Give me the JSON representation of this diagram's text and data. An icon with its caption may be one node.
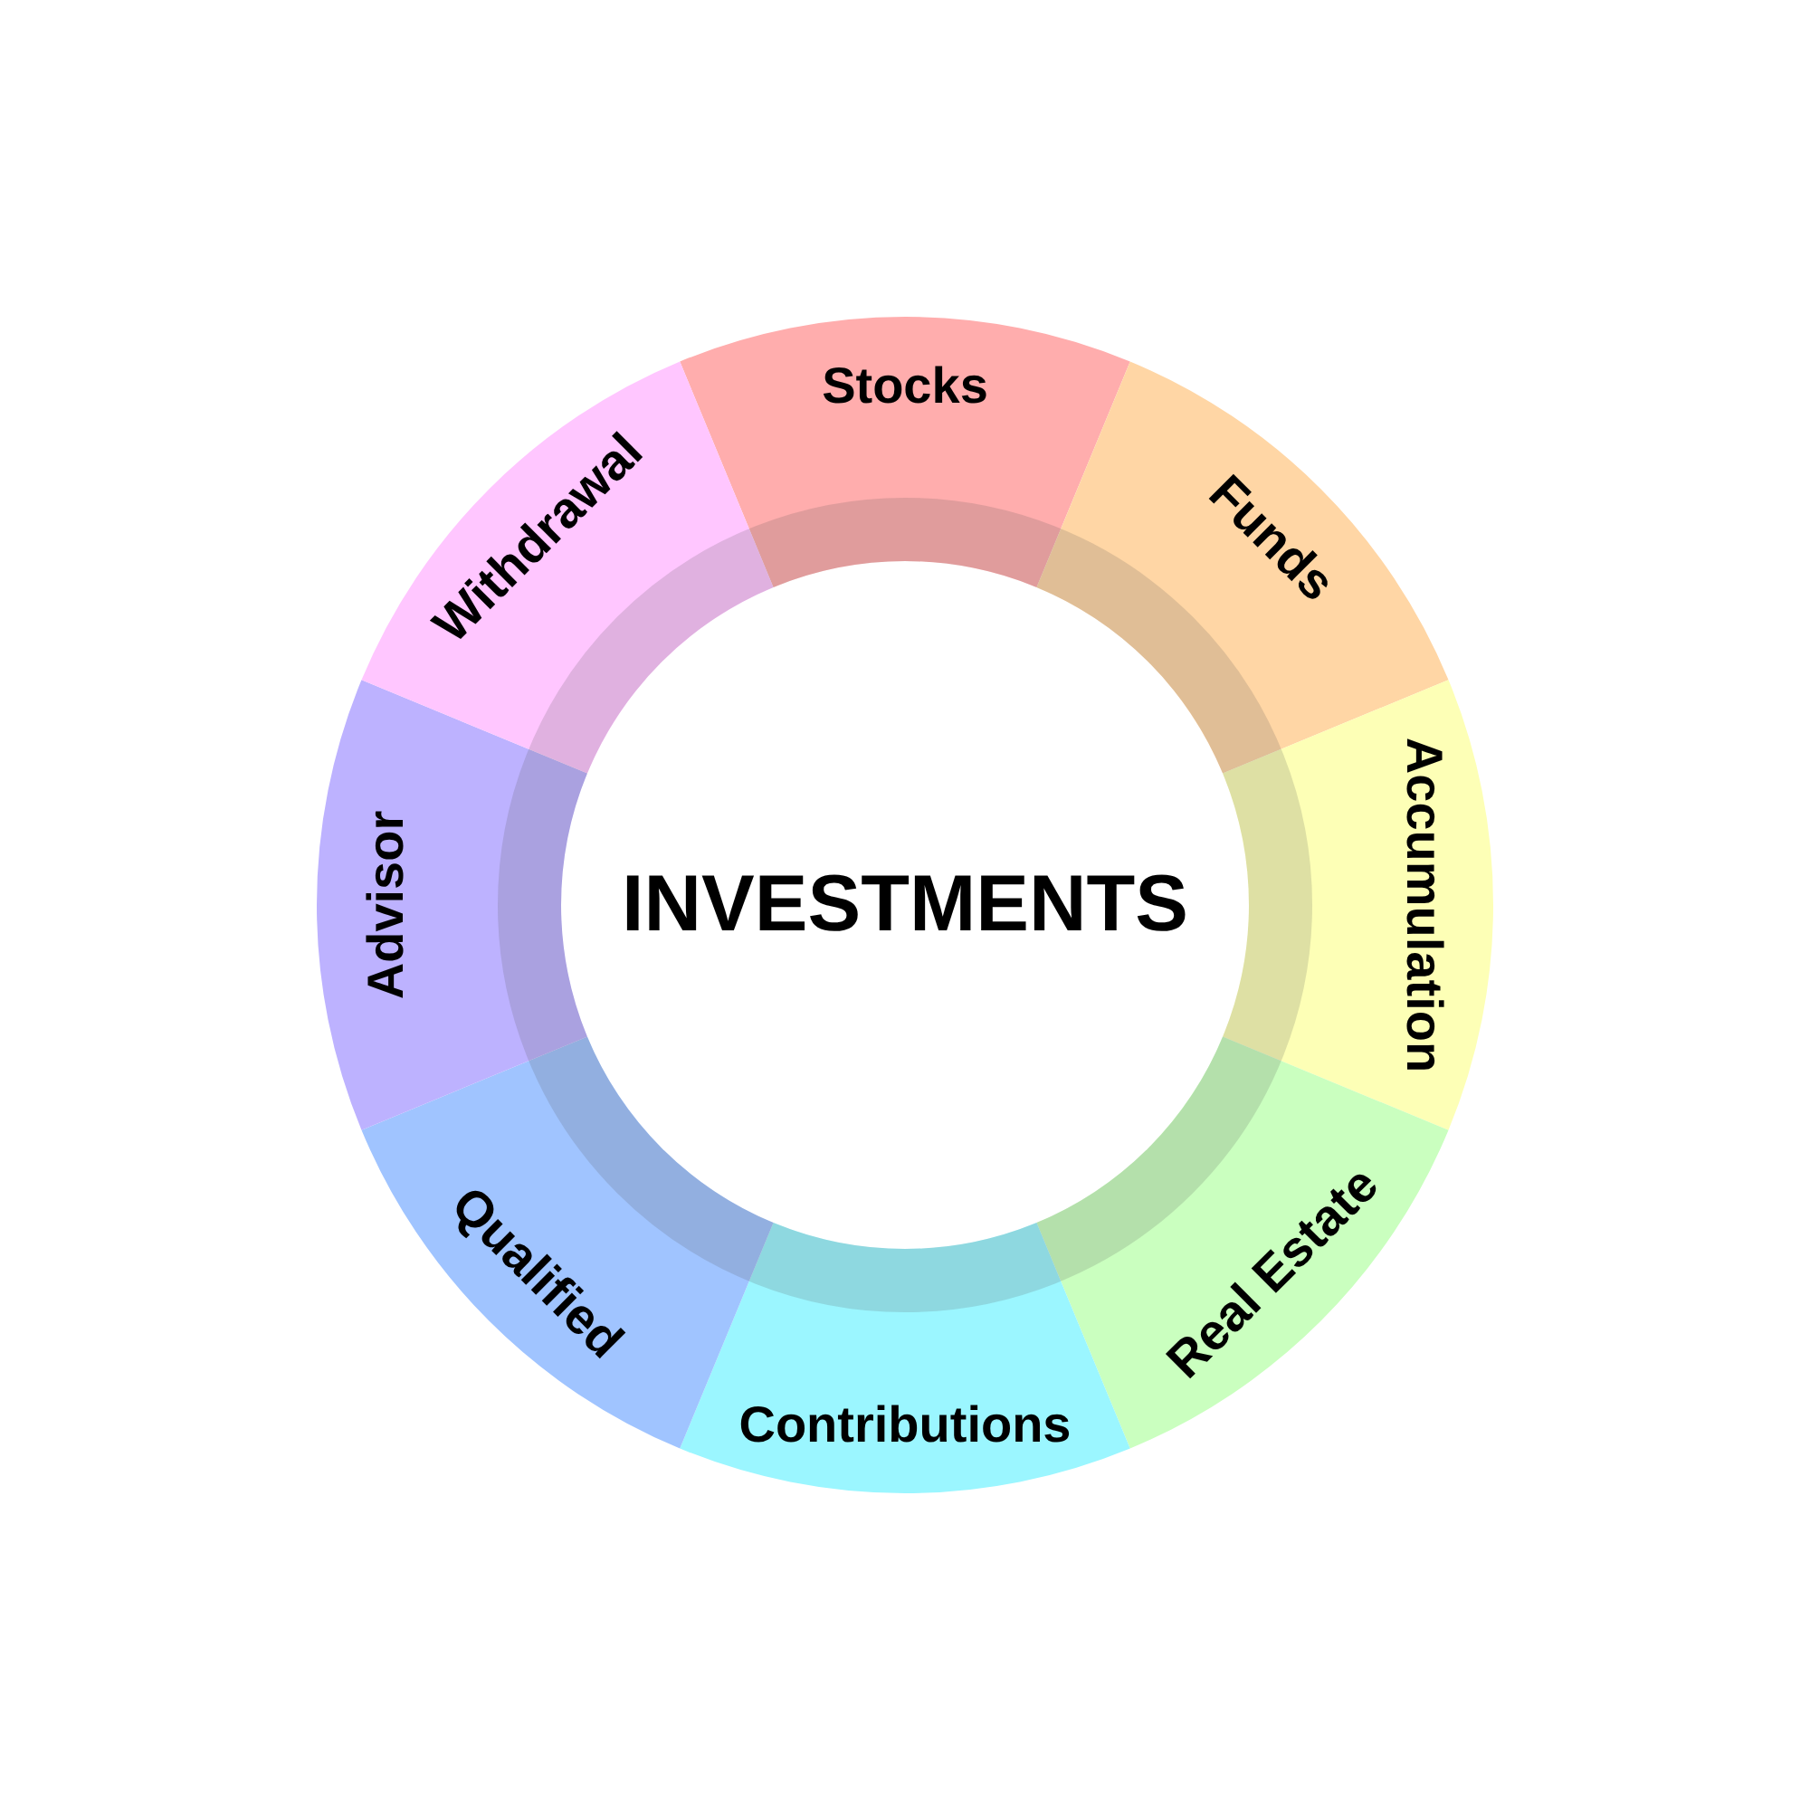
{
  "diagram": {
    "nodes": [
      {
        "text": [
          "INVESTMENTS"
        ]
      },
      {
        "text": [
          "Stocks"
        ]
      },
      {
        "text": [
          "Funds"
        ]
      },
      {
        "text": [
          "Accumulation"
        ]
      },
      {
        "text": [
          "Real Estate"
        ]
      },
      {
        "text": [
          "Contributions"
        ]
      },
      {
        "text": [
          "Qualified"
        ]
      },
      {
        "text": [
          "Advisor"
        ]
      },
      {
        "text": [
          "Withdrawal"
        ]
      }
    ],
    "edges": []
  }
}
